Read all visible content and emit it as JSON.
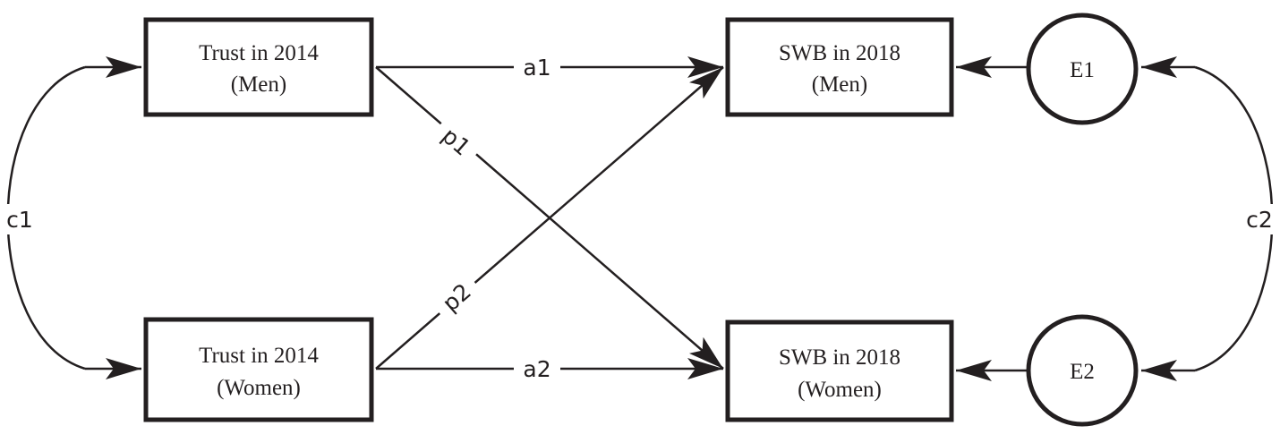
{
  "nodes": {
    "trust_men": {
      "line1": "Trust in 2014",
      "line2": "(Men)"
    },
    "trust_women": {
      "line1": "Trust in 2014",
      "line2": "(Women)"
    },
    "swb_men": {
      "line1": "SWB in 2018",
      "line2": "(Men)"
    },
    "swb_women": {
      "line1": "SWB in 2018",
      "line2": "(Women)"
    },
    "e1": {
      "label": "E1"
    },
    "e2": {
      "label": "E2"
    }
  },
  "paths": {
    "a1": "a1",
    "a2": "a2",
    "p1": "p1",
    "p2": "p2",
    "c1": "c1",
    "c2": "c2"
  },
  "colors": {
    "ink": "#231f20",
    "background": "#ffffff"
  }
}
